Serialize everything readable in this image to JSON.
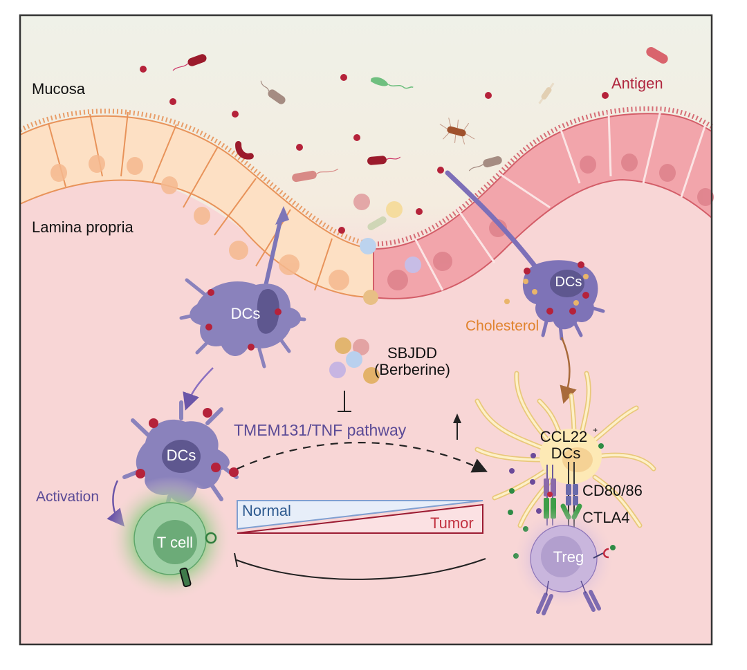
{
  "figure": {
    "type": "schematic",
    "colors": {
      "mucosa_bg": "#eff1e8",
      "lamina_bg": "#f8d6d6",
      "frame": "#333333",
      "normal_epithelium_fill": "#fde0c4",
      "normal_epithelium_stroke": "#e8935a",
      "tumor_epithelium_fill": "#f2a5ab",
      "tumor_epithelium_stroke": "#d35d68",
      "dc_fill": "#8a82bc",
      "dc_nucleus": "#5e578f",
      "antigen": "#b5223a",
      "tcell_outer": "#9fd0a6",
      "tcell_inner": "#6cab78",
      "treg_fill": "#c9b6dd",
      "ccl22_dc_fill": "#fde9b5",
      "ccl22_dc_stroke": "#e9c87a",
      "normal_bar_fill": "#e7eef9",
      "normal_bar_stroke": "#7f9fd1",
      "tumor_bar_fill": "#fbe1e3",
      "tumor_bar_stroke": "#9b1b32",
      "pathway_text": "#5a4a96",
      "cholesterol_text": "#e0832e",
      "antigen_text": "#b0263e",
      "normal_text": "#2e5a8f",
      "tumor_text": "#c23240"
    }
  },
  "regions": {
    "mucosa": "Mucosa",
    "lamina_propria": "Lamina propria"
  },
  "labels": {
    "antigen": "Antigen",
    "dcs_left": "DCs",
    "dcs_right": "DCs",
    "dcs_lower": "DCs",
    "cholesterol": "Cholesterol",
    "drug_line1": "SBJDD",
    "drug_line2": "(Berberine)",
    "pathway": "TMEM131/TNF pathway",
    "ccl22_line1": "CCL22",
    "ccl22_sup": "+",
    "ccl22_line2": "DCs",
    "cd80": "CD80/86",
    "ctla4": "CTLA4",
    "activation": "Activation",
    "tcell": "T cell",
    "treg": "Treg",
    "normal": "Normal",
    "tumor": "Tumor"
  },
  "relations": [
    {
      "from": "SBJDD (Berberine)",
      "to": "TMEM131/TNF pathway",
      "type": "inhibits"
    },
    {
      "from": "TMEM131/TNF pathway",
      "to": "",
      "type": "upregulated"
    },
    {
      "from": "DCs",
      "to": "CCL22+ DCs",
      "type": "transition (dashed)"
    },
    {
      "from": "Cholesterol",
      "to": "CCL22+ DCs",
      "type": "promotes"
    },
    {
      "from": "DCs",
      "to": "T cell",
      "type": "activation"
    },
    {
      "from": "Treg",
      "to": "T cell",
      "type": "inhibits"
    },
    {
      "from": "CD80/86",
      "to": "CTLA4",
      "type": "binding"
    }
  ]
}
